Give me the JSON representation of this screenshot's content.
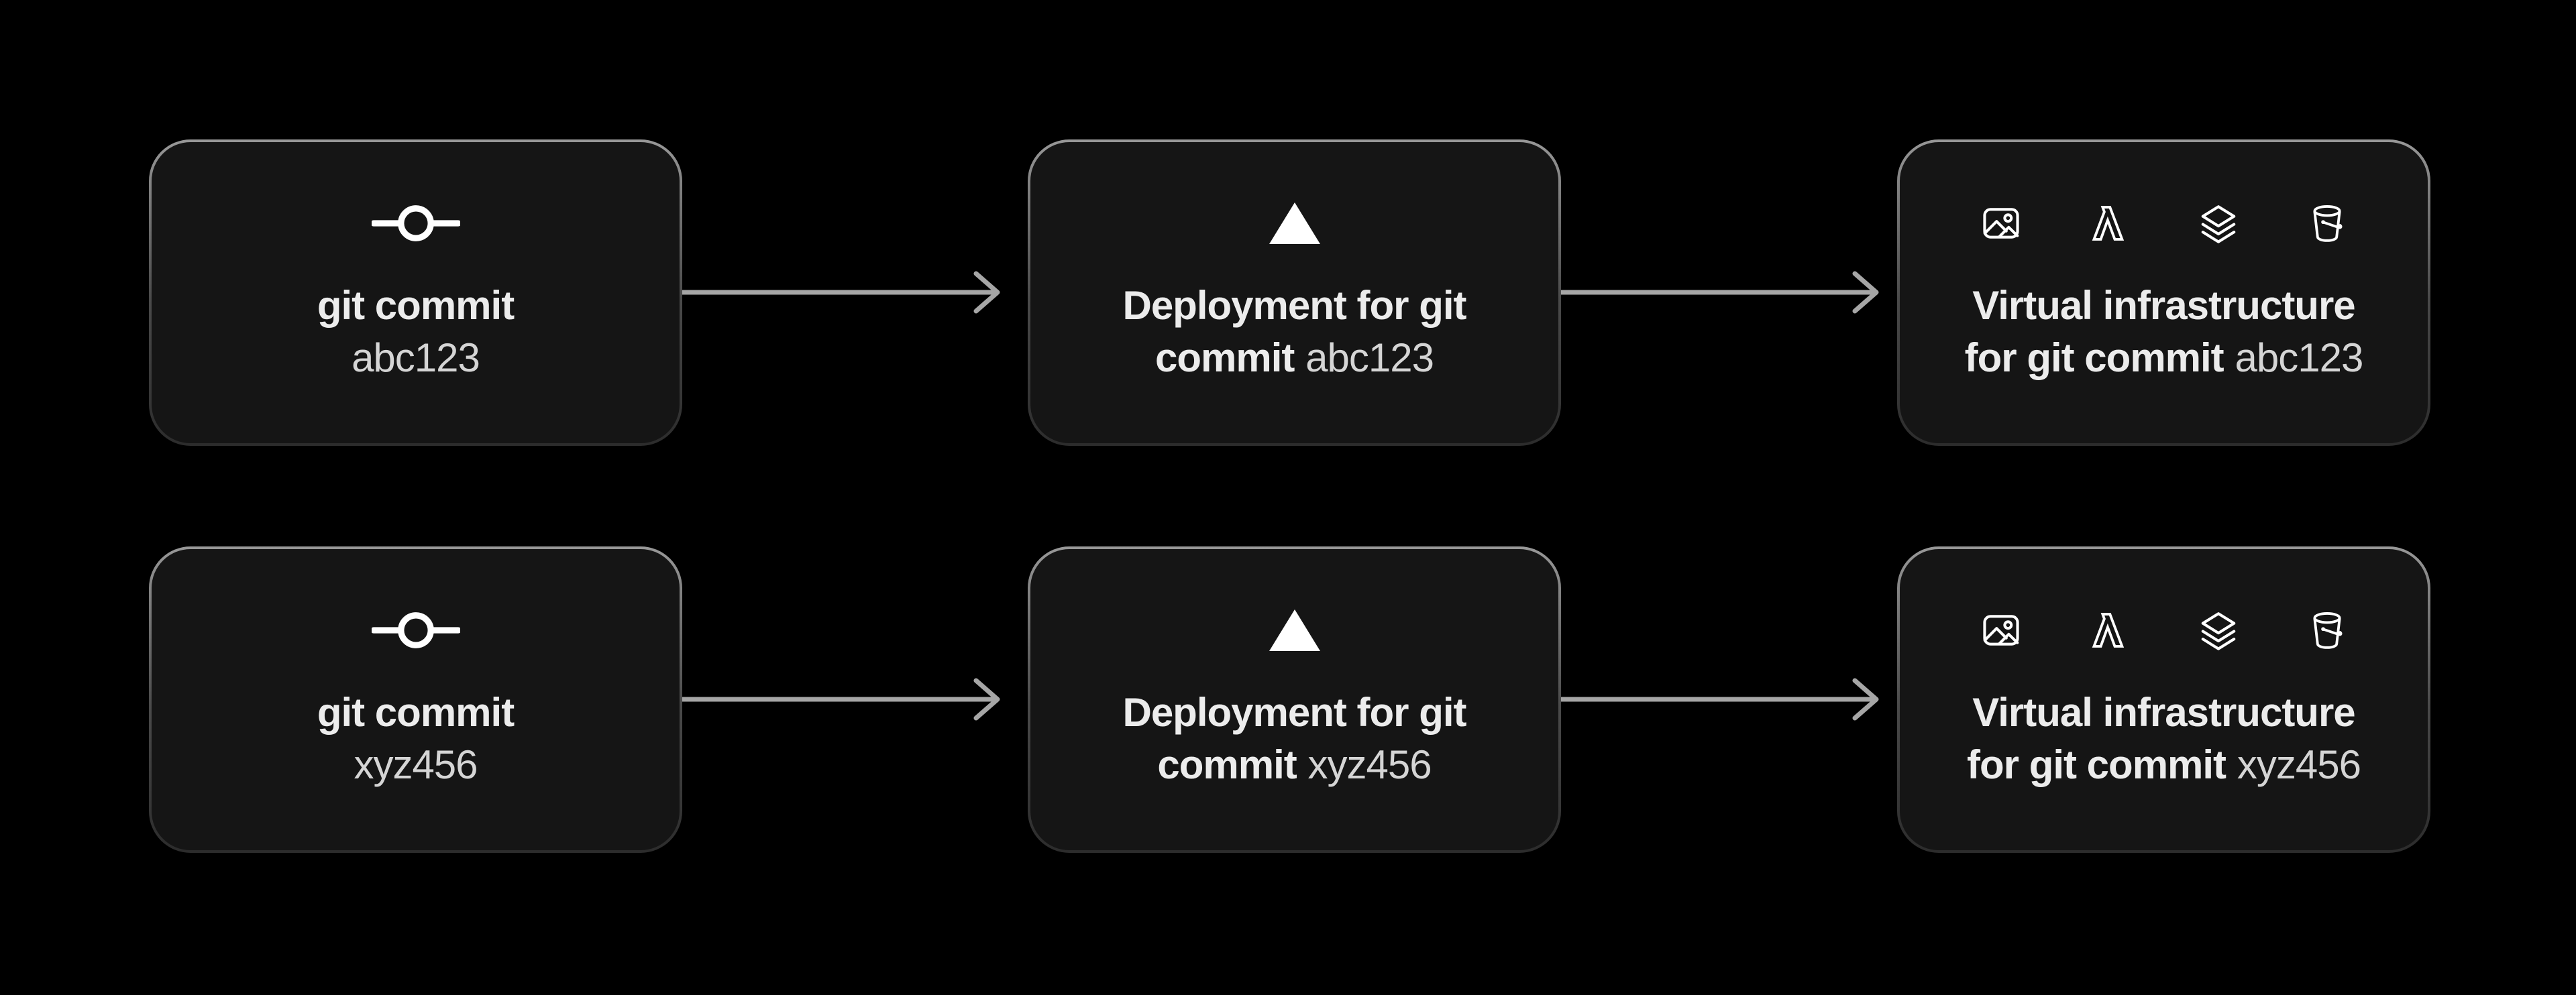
{
  "colors": {
    "page_background": "#000000",
    "node_background": "#151515",
    "node_border_top": "#989898",
    "node_border_bottom": "#2c2c2c",
    "title_text": "#ececec",
    "hash_text": "#d5d5d5",
    "arrow": "#a6a6a6",
    "icon": "#ffffff"
  },
  "rows": [
    {
      "commit": {
        "label": "git commit",
        "hash": "abc123",
        "icon": "git-commit-icon"
      },
      "deployment": {
        "label_line1": "Deployment for git",
        "label_line2": "commit",
        "hash": "abc123",
        "icon": "vercel-triangle-icon"
      },
      "infra": {
        "label_line1": "Virtual infrastructure",
        "label_line2": "for git commit",
        "hash": "abc123",
        "icons": [
          "image-icon",
          "lambda-icon",
          "layers-icon",
          "bucket-icon"
        ]
      }
    },
    {
      "commit": {
        "label": "git commit",
        "hash": "xyz456",
        "icon": "git-commit-icon"
      },
      "deployment": {
        "label_line1": "Deployment for git",
        "label_line2": "commit",
        "hash": "xyz456",
        "icon": "vercel-triangle-icon"
      },
      "infra": {
        "label_line1": "Virtual infrastructure",
        "label_line2": "for git commit",
        "hash": "xyz456",
        "icons": [
          "image-icon",
          "lambda-icon",
          "layers-icon",
          "bucket-icon"
        ]
      }
    }
  ]
}
